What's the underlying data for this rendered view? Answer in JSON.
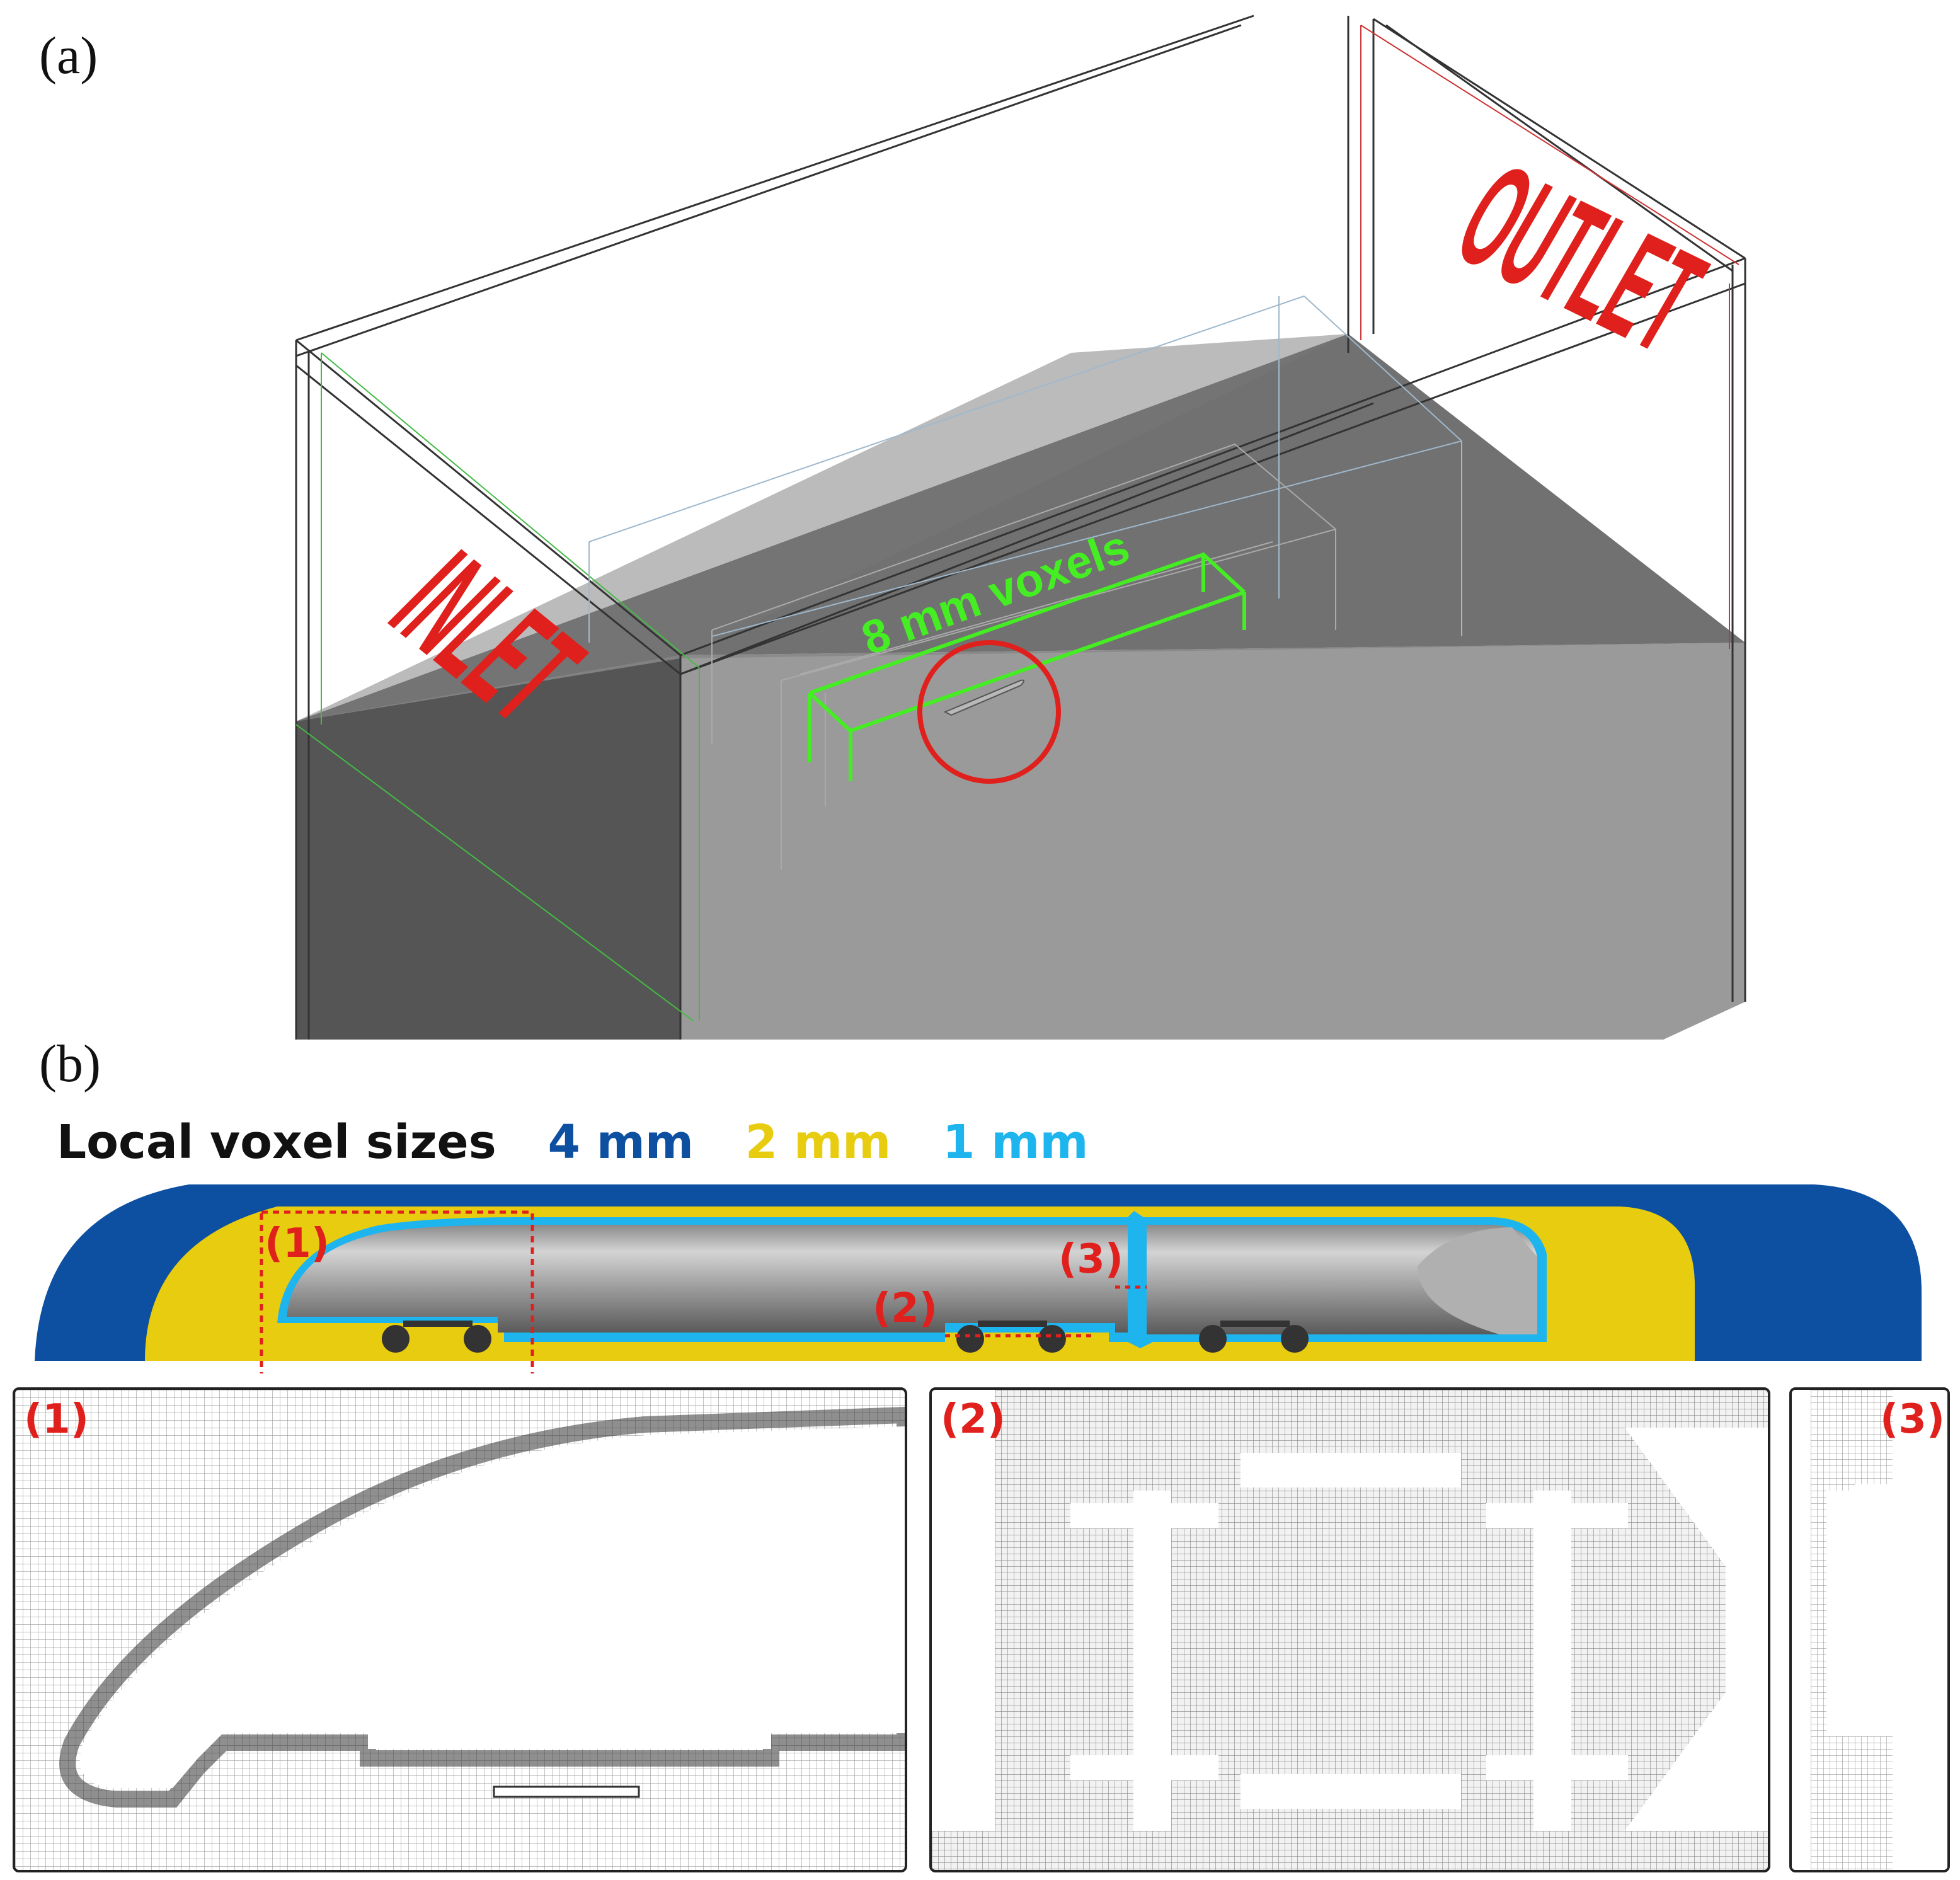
{
  "panel_a": {
    "label": "(a)",
    "inlet_text": "INLET",
    "outlet_text": "OUTLET",
    "voxel_text": "8 mm voxels"
  },
  "panel_b": {
    "label": "(b)",
    "legend_title": "Local voxel sizes",
    "legend_items": [
      {
        "text": "4 mm",
        "color": "#0d4fa0"
      },
      {
        "text": "2 mm",
        "color": "#e8cc10"
      },
      {
        "text": "1 mm",
        "color": "#1eb4ee"
      }
    ],
    "callouts": [
      "(1)",
      "(2)",
      "(3)"
    ]
  },
  "zooms": [
    {
      "label": "(1)"
    },
    {
      "label": "(2)"
    },
    {
      "label": "(3)"
    }
  ],
  "colors": {
    "annotation_red": "#e0201c",
    "voxel_green": "#44ee22",
    "ground_dark": "#6e6e6e",
    "ground_light": "#9a9a9a",
    "side_dark": "#555555"
  }
}
